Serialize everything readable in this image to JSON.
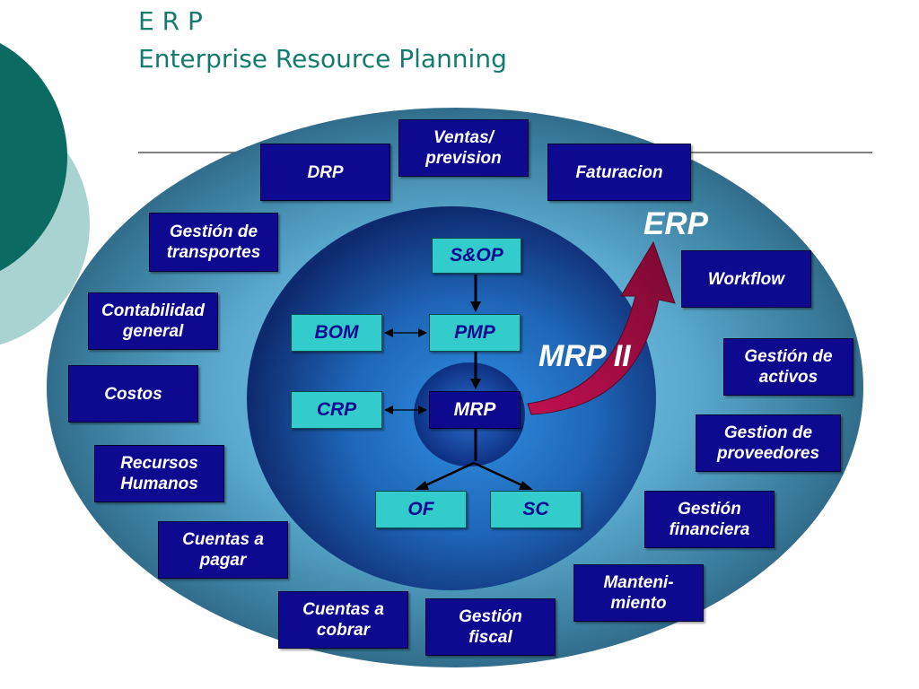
{
  "title": {
    "line1": "E R P",
    "line2": "Enterprise Resource Planning"
  },
  "labels": {
    "erp": "ERP",
    "mrp2": "MRP II"
  },
  "core": {
    "sop": "S&OP",
    "pmp": "PMP",
    "mrp": "MRP",
    "bom": "BOM",
    "crp": "CRP",
    "of": "OF",
    "sc": "SC"
  },
  "modules": {
    "ventas": "Ventas/\nprevision",
    "drp": "DRP",
    "faturacion": "Faturacion",
    "transportes": "Gestión de\ntransportes",
    "workflow": "Workflow",
    "contabilidad": "Contabilidad\ngeneral",
    "activos": "Gestión de\nactivos",
    "costos": "Costos",
    "proveedores": "Gestion de\nproveedores",
    "rrhh": "Recursos\nHumanos",
    "financiera": "Gestión\nfinanciera",
    "pagar": "Cuentas a\npagar",
    "mantenimiento": "Manteni-\nmiento",
    "cobrar": "Cuentas a\ncobrar",
    "fiscal": "Gestión\nfiscal"
  },
  "colors": {
    "title": "#137b6e",
    "box": "#0d0a8f",
    "teal_box": "#33cccc",
    "arrow": "#8b0a3a",
    "deco_dark": "#0b6a62",
    "deco_light": "#a8d3d1"
  }
}
